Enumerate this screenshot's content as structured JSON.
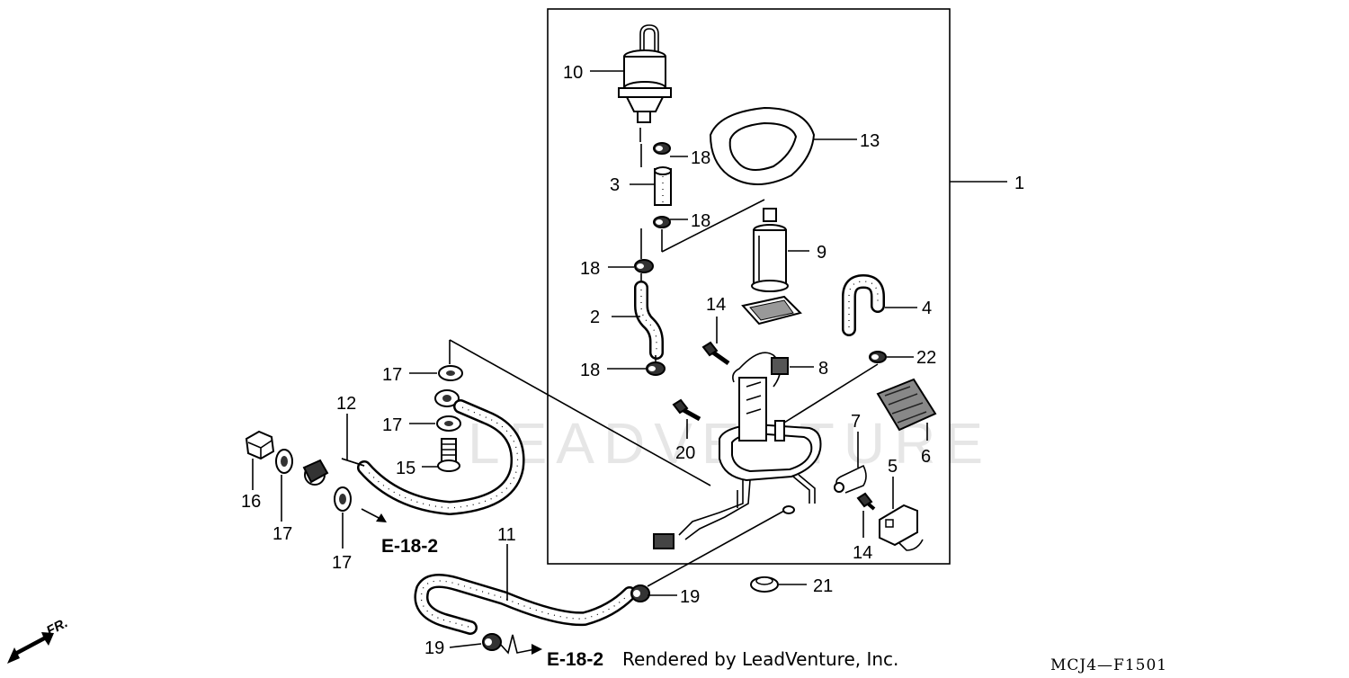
{
  "callouts": {
    "c1": "1",
    "c2": "2",
    "c3": "3",
    "c4": "4",
    "c5": "5",
    "c6": "6",
    "c7": "7",
    "c8": "8",
    "c9": "9",
    "c10": "10",
    "c11": "11",
    "c12": "12",
    "c13": "13",
    "c14a": "14",
    "c14b": "14",
    "c15": "15",
    "c16": "16",
    "c17a": "17",
    "c17b": "17",
    "c17c": "17",
    "c17d": "17",
    "c18a": "18",
    "c18b": "18",
    "c18c": "18",
    "c18d": "18",
    "c19a": "19",
    "c19b": "19",
    "c20": "20",
    "c21": "21",
    "c22": "22"
  },
  "refs": {
    "ref_left": "E-18-2",
    "ref_bottom": "E-18-2"
  },
  "credit": "Rendered by LeadVenture, Inc.",
  "diagram_code": "MCJ4—F1501",
  "direction_marker": "FR.",
  "watermark": "LEADVENTURE"
}
